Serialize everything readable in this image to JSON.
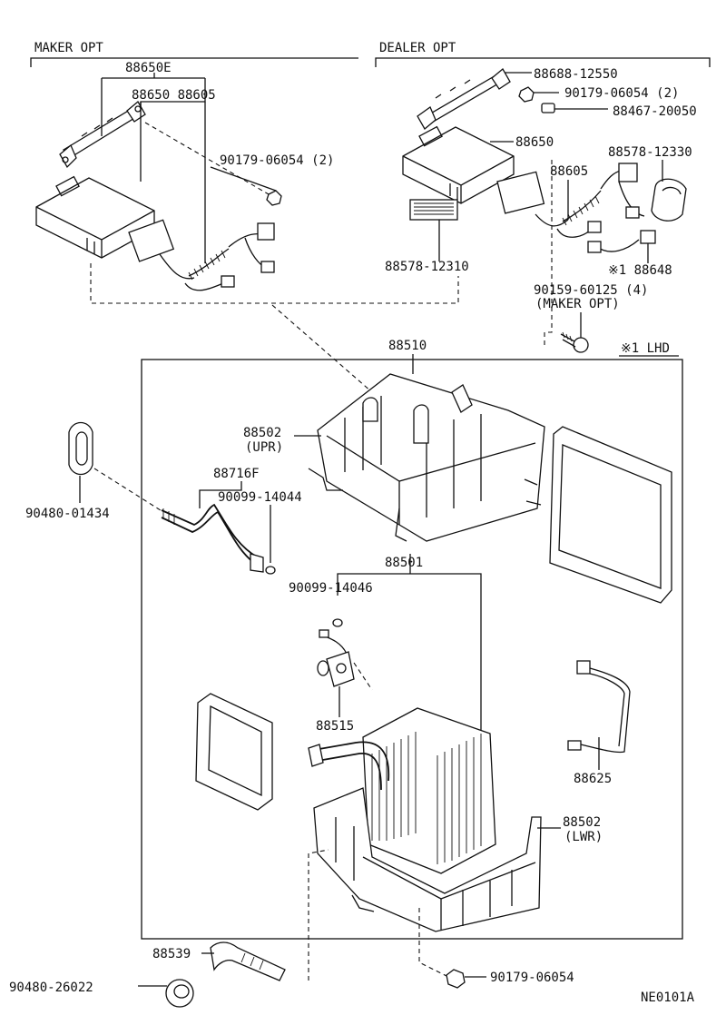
{
  "sections": {
    "maker_opt": "MAKER OPT",
    "dealer_opt": "DEALER OPT",
    "lhd_note": "※1 LHD"
  },
  "labels": {
    "p88650E": "88650E",
    "p88650_88605": "88650 88605",
    "p90179_06054_2_left": "90179-06054 (2)",
    "p88688_12550": "88688-12550",
    "p90179_06054_2_right": "90179-06054 (2)",
    "p88467_20050": "88467-20050",
    "p88650_right": "88650",
    "p88578_12330": "88578-12330",
    "p88605_right": "88605",
    "p88578_12310": "88578-12310",
    "p88648": "※1 88648",
    "p90159_60125": "90159-60125 (4)",
    "p90159_maker": "(MAKER OPT)",
    "p88510": "88510",
    "p88502_upr": "88502",
    "p88502_upr_note": "(UPR)",
    "p88716F": "88716F",
    "p90099_14044": "90099-14044",
    "p90480_01434": "90480-01434",
    "p88501": "88501",
    "p90099_14046": "90099-14046",
    "p88515": "88515",
    "p88625": "88625",
    "p88502_lwr": "88502",
    "p88502_lwr_note": "(LWR)",
    "p88539": "88539",
    "p90480_26022": "90480-26022",
    "p90179_06054_bottom": "90179-06054",
    "figure_code": "NE0101A"
  }
}
